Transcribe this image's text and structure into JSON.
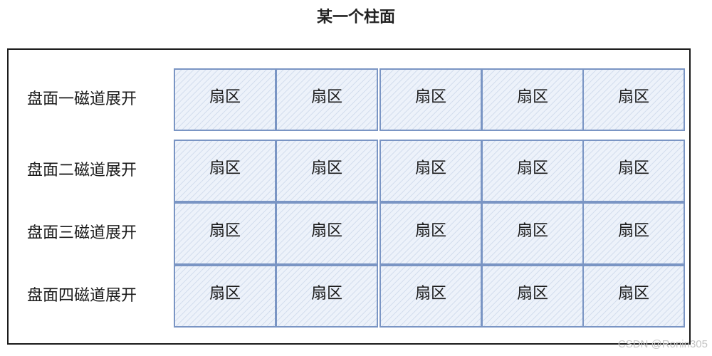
{
  "title": "某一个柱面",
  "rows": [
    {
      "label": "盘面一磁道展开",
      "cells": [
        "扇区",
        "扇区",
        "扇区",
        "扇区",
        "扇区"
      ]
    },
    {
      "label": "盘面二磁道展开",
      "cells": [
        "扇区",
        "扇区",
        "扇区",
        "扇区",
        "扇区"
      ]
    },
    {
      "label": "盘面三磁道展开",
      "cells": [
        "扇区",
        "扇区",
        "扇区",
        "扇区",
        "扇区"
      ]
    },
    {
      "label": "盘面四磁道展开",
      "cells": [
        "扇区",
        "扇区",
        "扇区",
        "扇区",
        "扇区"
      ]
    }
  ],
  "watermark": "CSDN @Ronin305"
}
